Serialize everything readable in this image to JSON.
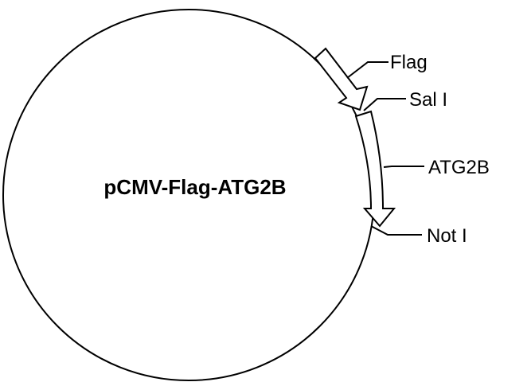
{
  "plasmid": {
    "name": "pCMV-Flag-ATG2B",
    "features": [
      {
        "id": "flag",
        "label": "Flag",
        "kind": "arrow"
      },
      {
        "id": "sal",
        "label": "Sal I",
        "kind": "site"
      },
      {
        "id": "atg2b",
        "label": "ATG2B",
        "kind": "arrow"
      },
      {
        "id": "not",
        "label": "Not I",
        "kind": "site"
      }
    ]
  }
}
